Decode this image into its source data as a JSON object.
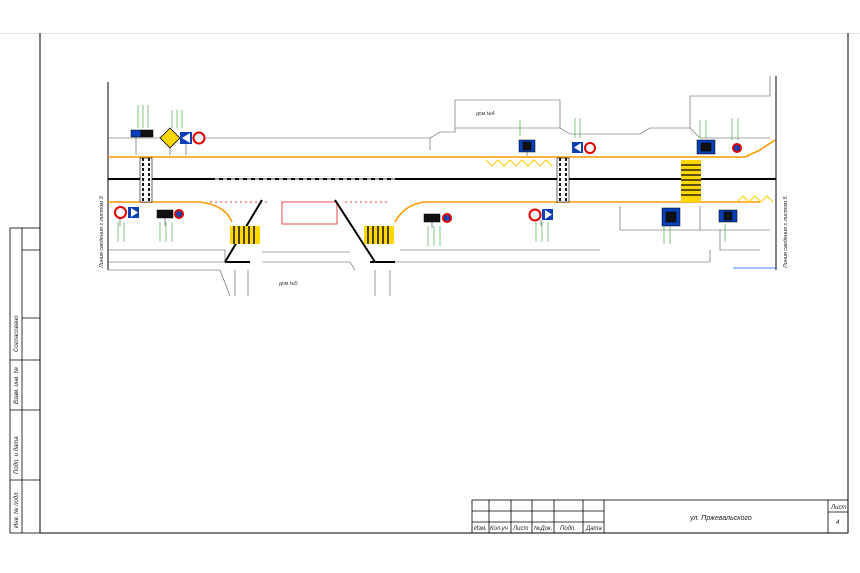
{
  "colors": {
    "frame": "#000000",
    "curb": "#ff9900",
    "centerline": "#000000",
    "crosswalk_yellow": "#ffd800",
    "sign_blue": "#0a3fb5",
    "sign_red": "#e00000",
    "sign_text_green": "#2a9d2a",
    "red_detail": "#e00000",
    "zigzag": "#ffcc00",
    "edge_blue": "#1a4cff"
  },
  "drawing": {
    "street_name": "ул. Пржевальского",
    "building_top": "дом №4",
    "building_bottom": "дом №5",
    "match_line_left": "Линия сведения с листом 3",
    "match_line_right": "Линия сведения с листом 5"
  },
  "side_stamp": {
    "fields": [
      "Согласовано",
      "Взам. инв. №",
      "Подп. и дата",
      "Инв. № подл."
    ]
  },
  "title_block": {
    "headers": [
      "Изм.",
      "Кол.уч",
      "Лист",
      "№Док.",
      "Подп.",
      "Дата"
    ],
    "sheet_label": "Лист",
    "sheet_number": "4"
  },
  "icons": [
    "road-sign-icon",
    "traffic-light-icon",
    "crosswalk-icon",
    "zigzag-marking-icon"
  ]
}
